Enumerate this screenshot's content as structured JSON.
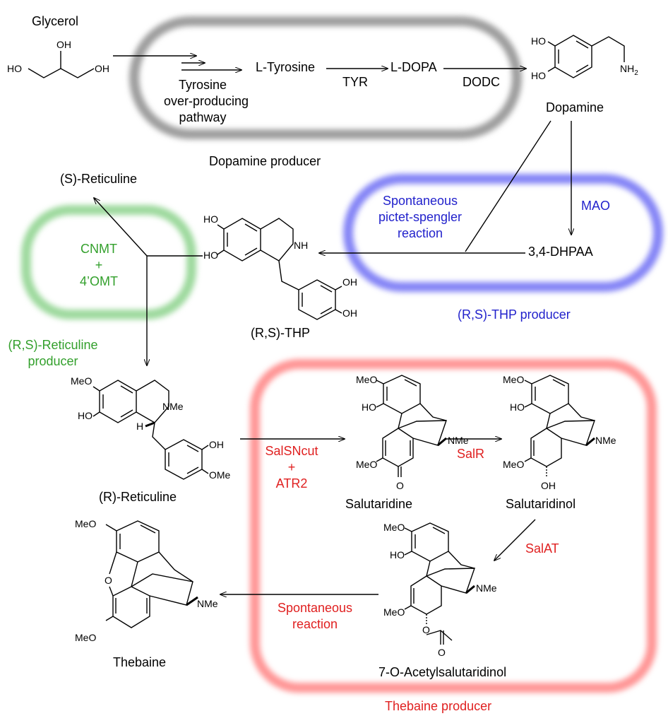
{
  "modules": {
    "dopamine": "Dopamine producer",
    "thp": "(R,S)-THP producer",
    "reticuline": "(R,S)-Reticuline producer",
    "thebaine": "Thebaine producer"
  },
  "compounds": {
    "glycerol": "Glycerol",
    "tyrosine": "L-Tyrosine",
    "dopa": "L-DOPA",
    "dopamine": "Dopamine",
    "dhpaa": "3,4-DHPAA",
    "thp": "(R,S)-THP",
    "s_reticuline": "(S)-Reticuline",
    "r_reticuline": "(R)-Reticuline",
    "salutaridine": "Salutaridine",
    "salutaridinol": "Salutaridinol",
    "acetylsalutaridinol": "7-O-Acetylsalutaridinol",
    "thebaine": "Thebaine"
  },
  "enzymes": {
    "pathway_line1": "Tyrosine",
    "pathway_line2": "over-producing",
    "pathway_line3": "pathway",
    "tyr": "TYR",
    "dodc": "DODC",
    "pictet_line1": "Spontaneous",
    "pictet_line2": "pictet-spengler",
    "pictet_line3": "reaction",
    "mao": "MAO",
    "cnmt": "CNMT",
    "plus1": "+",
    "omt": "4’OMT",
    "salsncut": "SalSNcut",
    "plus2": "+",
    "atr2": "ATR2",
    "salr": "SalR",
    "salat": "SalAT",
    "spont_line1": "Spontaneous",
    "spont_line2": "reaction"
  },
  "atoms": {
    "oh": "OH",
    "ho": "HO",
    "nh2": "NH",
    "nh2_sub": "2",
    "nh": "NH",
    "meo": "MeO",
    "ome": "OMe",
    "nme": "NMe",
    "h": "H",
    "o": "O"
  },
  "colors": {
    "dopamine_module": "#8c8c8c",
    "thp_module": "#6e6ef5",
    "reticuline_module": "#8cd28c",
    "thebaine_module": "#ff8282",
    "blue_text": "#2222cc",
    "green_text": "#33a02c",
    "red_text": "#e02020"
  }
}
